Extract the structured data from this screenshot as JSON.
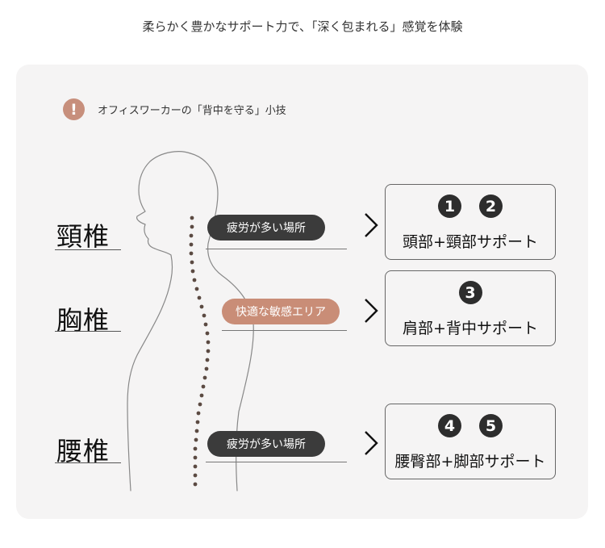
{
  "headline": "柔らかく豊かなサポート力で、「深く包まれる」感覚を体験",
  "notice": {
    "badge": "!",
    "text": "オフィスワーカーの「背中を守る」小技"
  },
  "regions": [
    {
      "label": "頸椎",
      "pill": "疲労が多い場所",
      "pill_style": "dark",
      "numbers": [
        "1",
        "2"
      ],
      "support": "頭部+頸部サポート"
    },
    {
      "label": "胸椎",
      "pill": "快適な敏感エリア",
      "pill_style": "accent",
      "numbers": [
        "3"
      ],
      "support": "肩部+背中サポート"
    },
    {
      "label": "腰椎",
      "pill": "疲労が多い場所",
      "pill_style": "dark",
      "numbers": [
        "4",
        "5"
      ],
      "support": "腰臀部+脚部サポート"
    }
  ],
  "colors": {
    "accent": "#c98d77",
    "dark_pill": "#3b3b3b",
    "panel": "#f5f4f4"
  }
}
